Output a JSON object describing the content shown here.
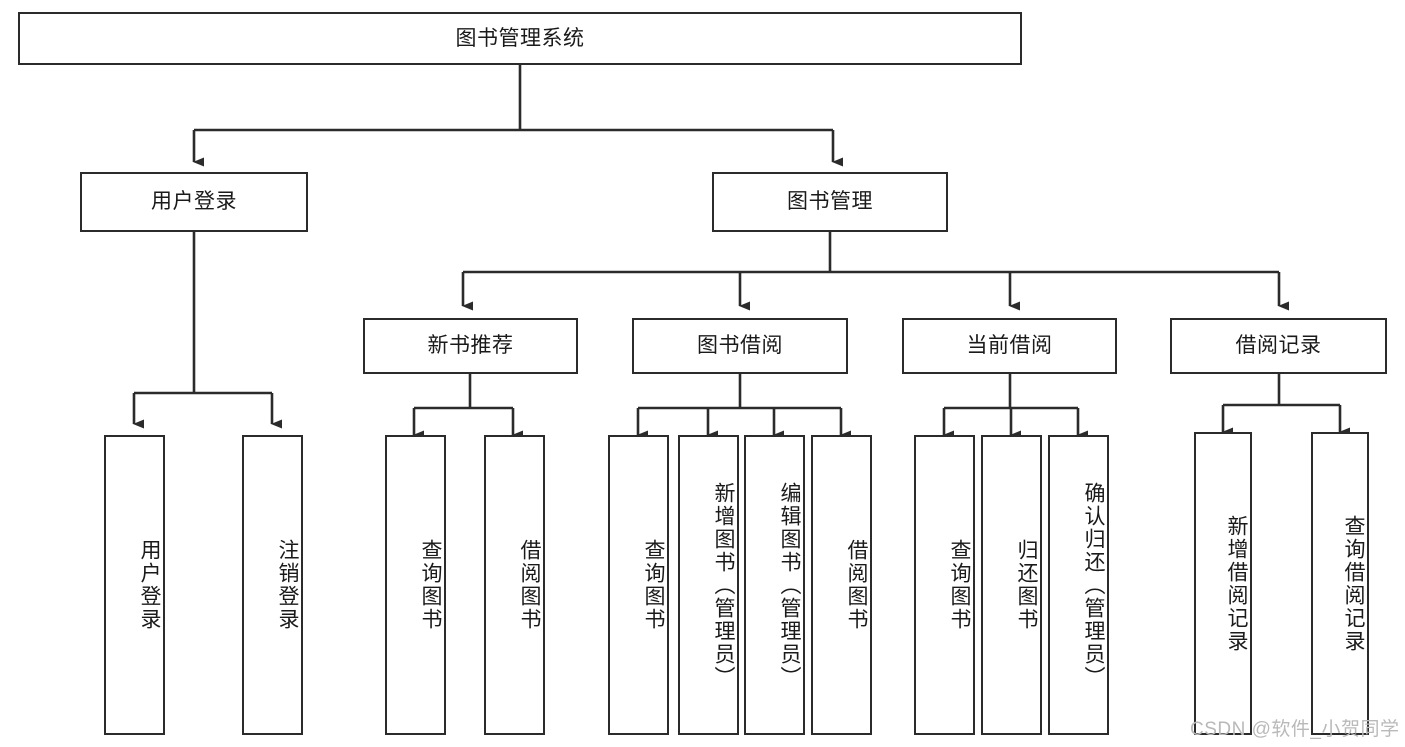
{
  "diagram": {
    "title": "图书管理系统",
    "type": "tree-hierarchy-diagram",
    "colors": {
      "box_border": "#2b2b2b",
      "box_fill": "#ffffff",
      "connector": "#2b2b2b",
      "text": "#1a1a1a",
      "watermark": "#b9b9b9",
      "background": "#ffffff"
    },
    "root": {
      "label": "图书管理系统"
    },
    "level1": [
      {
        "label": "用户登录"
      },
      {
        "label": "图书管理"
      }
    ],
    "level2": [
      {
        "label": "新书推荐"
      },
      {
        "label": "图书借阅"
      },
      {
        "label": "当前借阅"
      },
      {
        "label": "借阅记录"
      }
    ],
    "leaves": {
      "user_login": [
        {
          "label": "用户登录"
        },
        {
          "label": "注销登录"
        }
      ],
      "new_book_recommend": [
        {
          "label": "查询图书"
        },
        {
          "label": "借阅图书"
        }
      ],
      "book_borrow": [
        {
          "label": "查询图书"
        },
        {
          "label": "新增图书（管理员）"
        },
        {
          "label": "编辑图书（管理员）"
        },
        {
          "label": "借阅图书"
        }
      ],
      "current_borrow": [
        {
          "label": "查询图书"
        },
        {
          "label": "归还图书"
        },
        {
          "label": "确认归还（管理员）"
        }
      ],
      "borrow_record": [
        {
          "label": "新增借阅记录"
        },
        {
          "label": "查询借阅记录"
        }
      ]
    },
    "watermark": "CSDN @软件_小贺同学"
  }
}
